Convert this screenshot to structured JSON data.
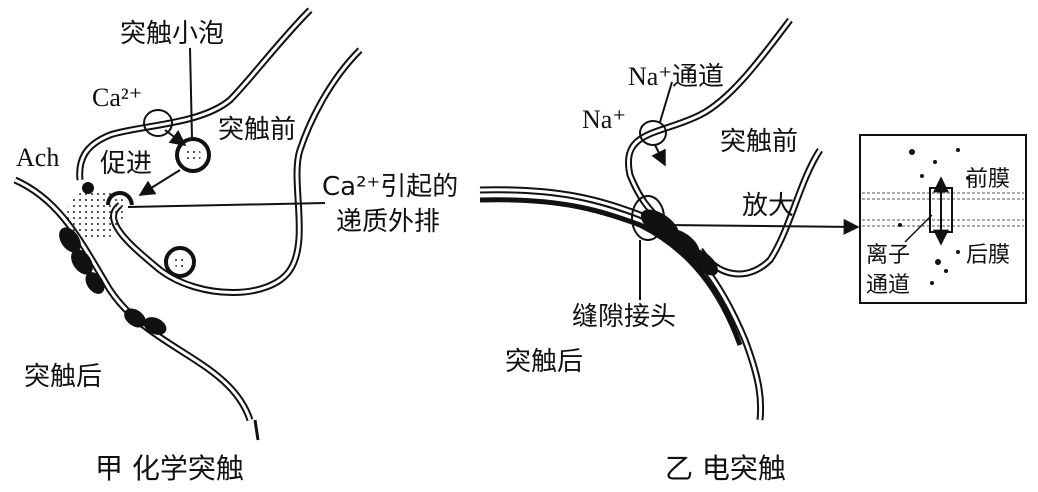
{
  "panel_left": {
    "caption": "甲  化学突触",
    "labels": {
      "vesicle": "突触小泡",
      "calcium": "Ca²⁺",
      "presynaptic": "突触前",
      "ach": "Ach",
      "promote": "促进",
      "release_line1": "Ca²⁺引起的",
      "release_line2": "递质外排",
      "postsynaptic": "突触后"
    }
  },
  "panel_right": {
    "caption": "乙  电突触",
    "labels": {
      "na_channel": "Na⁺通道",
      "sodium": "Na⁺",
      "presynaptic": "突触前",
      "magnify": "放大",
      "gap_junction": "缝隙接头",
      "postsynaptic": "突触后"
    },
    "inset": {
      "pre_membrane": "前膜",
      "post_membrane": "后膜",
      "ion_channel_line1": "离子",
      "ion_channel_line2": "通道"
    }
  }
}
